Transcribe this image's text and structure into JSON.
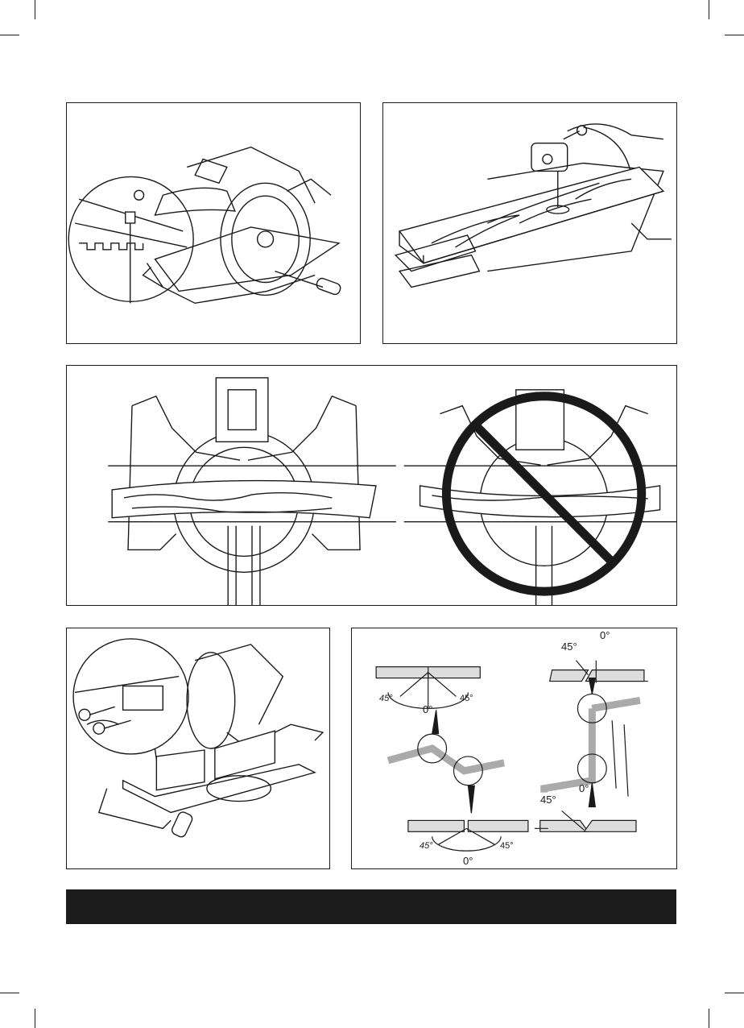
{
  "page": {
    "background": "#ffffff",
    "ink": "#1a1a1a",
    "footer_bar_color": "#1b1b1b"
  },
  "figures": [
    {
      "id": "fig-1",
      "subject": "slide-lock-knob-callout",
      "icon": "miter-saw-detail"
    },
    {
      "id": "fig-2",
      "subject": "workpiece-clamped-on-table",
      "icon": "clamp-and-board"
    },
    {
      "id": "fig-3",
      "subject": "bowed-board-correct-vs-prohibited",
      "icon": "prohibited-sign"
    },
    {
      "id": "fig-4",
      "subject": "auxiliary-fence-attachment",
      "icon": "fence-screws"
    },
    {
      "id": "fig-5",
      "subject": "miter-and-bevel-angle-diagrams",
      "icon": "angle-diagram"
    }
  ],
  "angles": {
    "top_left_45": "45°",
    "top_right_45": "45°",
    "top_zero": "0°",
    "bottom_left_45": "45°",
    "bottom_right_45": "45°",
    "bottom_zero": "0°",
    "bevel_top_45": "45°",
    "bevel_top_zero": "0°",
    "bevel_bottom_45": "45°",
    "bevel_bottom_zero": "0°"
  },
  "footer": {
    "text": ""
  }
}
